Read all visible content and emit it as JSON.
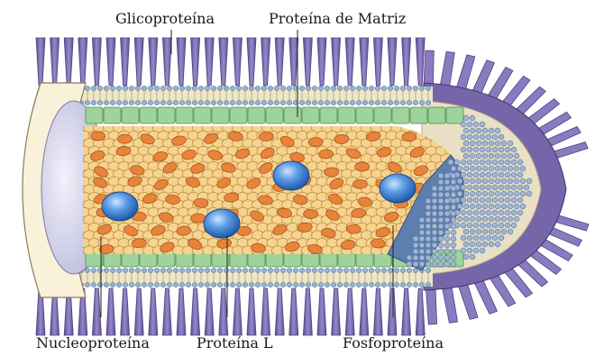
{
  "labels": {
    "glycoprotein": "Glicoproteína",
    "matrix_protein": "Proteína de Matriz",
    "nucleoprotein": "Nucleoproteína",
    "protein_l": "Proteína L",
    "phosphoprotein": "Fosfoproteína"
  },
  "colors": {
    "spike": "#7f6fb2",
    "spike_dark": "#4e4280",
    "membrane_head": "#8fb5dc",
    "membrane_tail": "#c9c2a0",
    "matrix": "#9fd39c",
    "nucleoprotein": "#f6d38e",
    "phosphoprotein": "#e8843a",
    "protein_l": "#3d7fd0",
    "envelope_blue": "#6f90b8",
    "inner_cavity": "#dcdcf0",
    "cream": "#faf0d8"
  }
}
